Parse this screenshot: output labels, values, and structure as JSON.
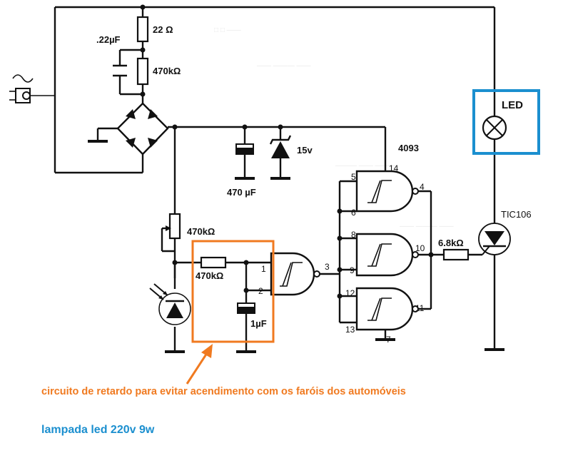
{
  "components": {
    "r_top": "22 Ω",
    "cap_top": ".22µF",
    "r_top2": "470kΩ",
    "cap_filter": "470 µF",
    "zener": "15v",
    "ic": "4093",
    "pot": "470kΩ",
    "r_delay": "470kΩ",
    "cap_delay": "1µF",
    "r_gate": "6.8kΩ",
    "thyristor": "TIC106",
    "led": "LED"
  },
  "pins": {
    "p1": "1",
    "p2": "2",
    "p3": "3",
    "p4": "4",
    "p5": "5",
    "p6": "6",
    "p7": "7",
    "p8": "8",
    "p9": "9",
    "p10": "10",
    "p11": "11",
    "p12": "12",
    "p13": "13",
    "p14": "14"
  },
  "annotations": {
    "delay_note": "circuito de retardo para evitar acendimento com os faróis dos automóveis",
    "lamp_note": "lampada led 220v 9w"
  },
  "colors": {
    "delay_highlight": "#f07a20",
    "led_highlight": "#1b8fcf",
    "wire": "#111111"
  }
}
